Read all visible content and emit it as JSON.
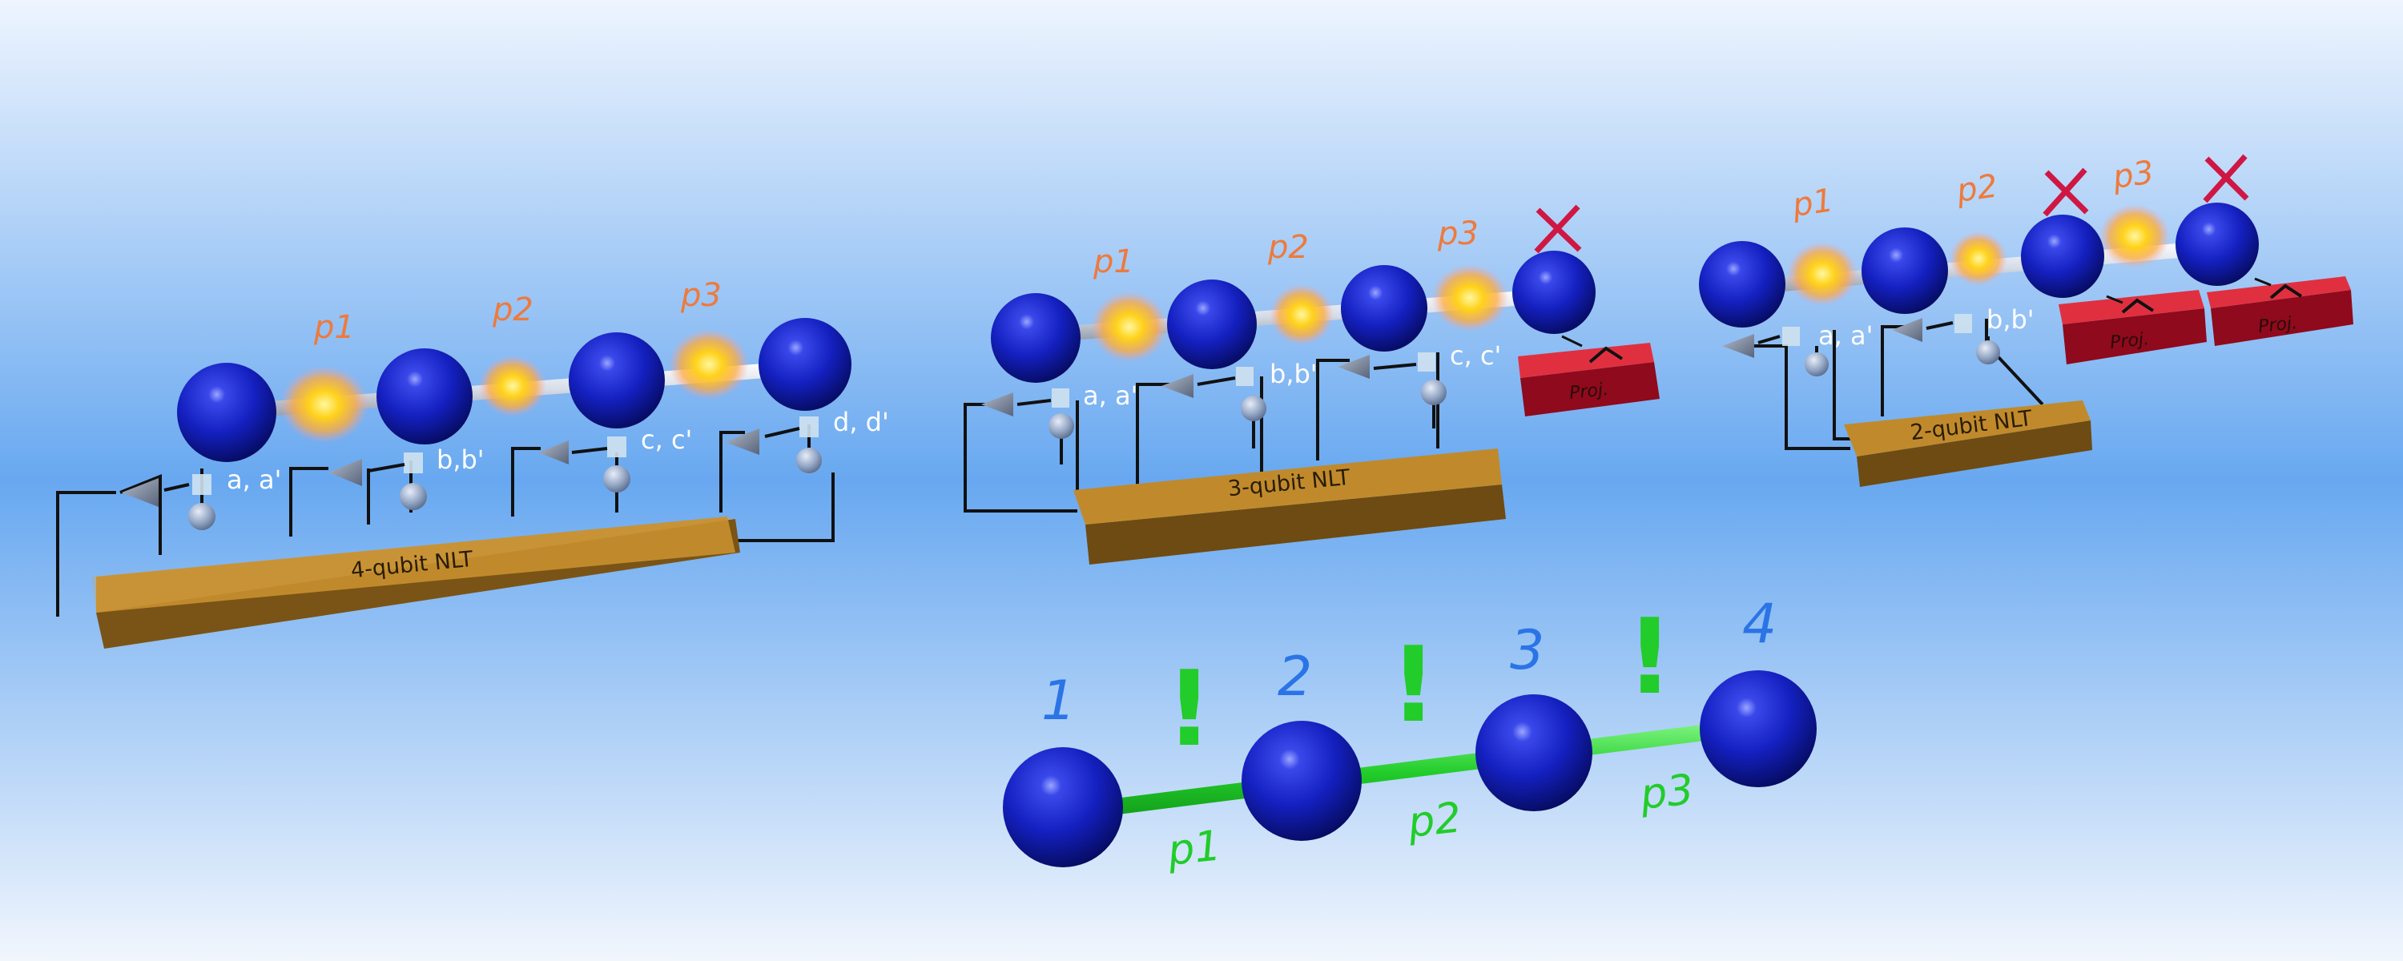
{
  "colors": {
    "qubit": "#1420c0",
    "orange_label": "#ee7a3c",
    "green": "#22cc2a",
    "blue_number": "#2a74e6",
    "nlt_box": "#c08a2c",
    "proj_box": "#c8102a",
    "cross": "#cf1744"
  },
  "panel1": {
    "pair_labels": [
      "p1",
      "p2",
      "p3"
    ],
    "ancilla_labels": [
      "a, a'",
      "b,b'",
      "c, c'",
      "d, d'"
    ],
    "nlt_label": "4-qubit NLT"
  },
  "panel2": {
    "pair_labels": [
      "p1",
      "p2",
      "p3"
    ],
    "ancilla_labels": [
      "a, a'",
      "b,b'",
      "c, c'"
    ],
    "nlt_label": "3-qubit NLT",
    "proj_label": "Proj."
  },
  "panel3": {
    "pair_labels": [
      "p1",
      "p2",
      "p3"
    ],
    "ancilla_labels": [
      "a, a'",
      "b,b'"
    ],
    "nlt_label": "2-qubit NLT",
    "proj_labels": [
      "Proj.",
      "Proj."
    ]
  },
  "chain": {
    "node_labels": [
      "1",
      "2",
      "3",
      "4"
    ],
    "marks": [
      "!",
      "!",
      "!"
    ],
    "link_labels": [
      "p1",
      "p2",
      "p3"
    ]
  }
}
